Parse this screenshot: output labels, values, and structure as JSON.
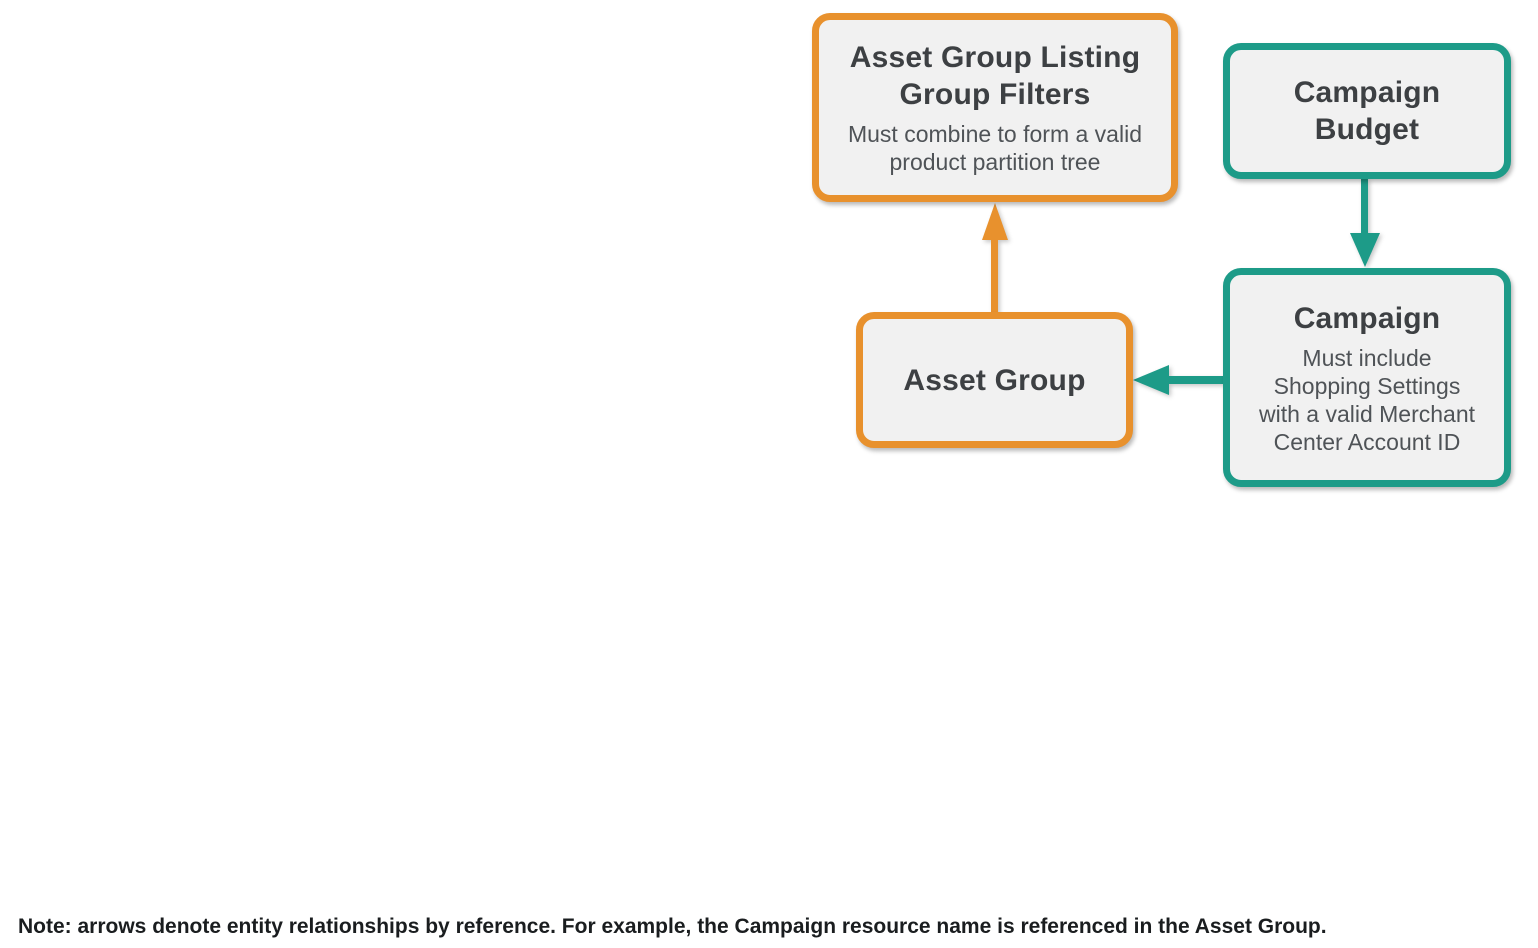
{
  "colors": {
    "orange": "#e8912d",
    "teal": "#1d9b88",
    "box_fill": "#f1f1f1",
    "title_text": "#3d4043",
    "subtitle_text": "#4f5357",
    "note_text": "#1a1d1f"
  },
  "diagram": {
    "nodes": [
      {
        "id": "asset-group-listing-group-filters",
        "title": "Asset Group Listing Group Filters",
        "title_lines": [
          "Asset Group Listing",
          "Group Filters"
        ],
        "subtitle": "Must combine to form a valid product partition tree",
        "subtitle_lines": [
          "Must combine to form a valid",
          "product partition tree"
        ],
        "accent": "orange"
      },
      {
        "id": "campaign-budget",
        "title": "Campaign Budget",
        "title_lines": [
          "Campaign",
          "Budget"
        ],
        "accent": "teal"
      },
      {
        "id": "asset-group",
        "title": "Asset Group",
        "title_lines": [
          "Asset Group"
        ],
        "accent": "orange"
      },
      {
        "id": "campaign",
        "title": "Campaign",
        "title_lines": [
          "Campaign"
        ],
        "subtitle": "Must include Shopping Settings with a valid Merchant Center Account ID",
        "subtitle_lines": [
          "Must include",
          "Shopping Settings",
          "with a valid Merchant",
          "Center Account ID"
        ],
        "accent": "teal"
      }
    ],
    "edges": [
      {
        "from": "asset-group",
        "to": "asset-group-listing-group-filters",
        "direction": "up",
        "color": "orange"
      },
      {
        "from": "campaign-budget",
        "to": "campaign",
        "direction": "down",
        "color": "teal"
      },
      {
        "from": "campaign",
        "to": "asset-group",
        "direction": "left",
        "color": "teal"
      }
    ]
  },
  "note": "Note: arrows denote entity relationships by reference. For example, the Campaign resource name is referenced in the Asset Group."
}
